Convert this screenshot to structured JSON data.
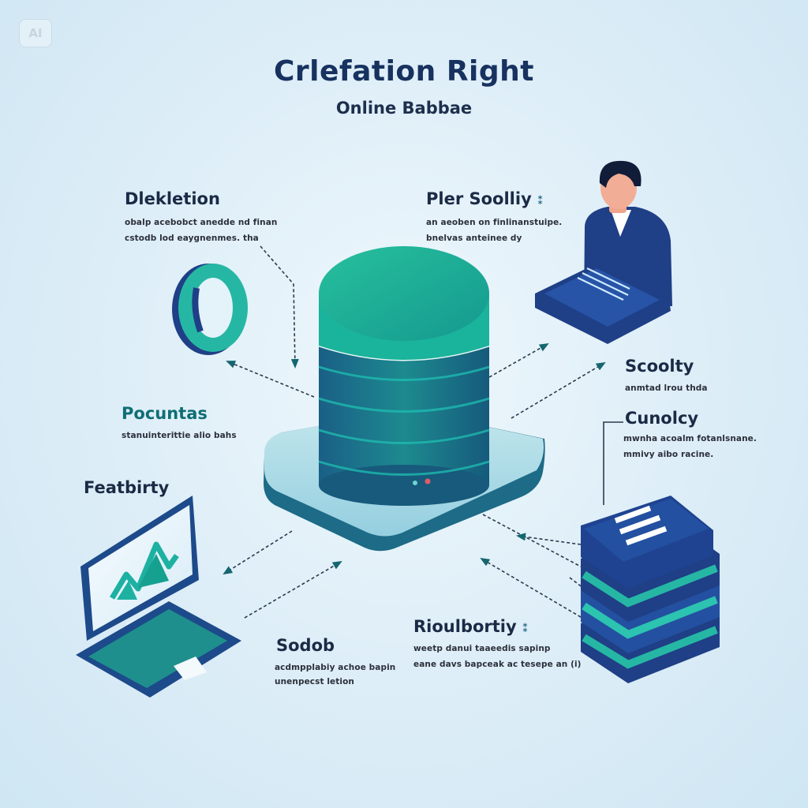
{
  "badge": "AI",
  "title": "Crlefation Right",
  "subtitle": "Online Babbae",
  "nodes": {
    "top_left": {
      "heading": "Dlekletion",
      "lines": [
        "obalp acebobct anedde nd finan",
        "cstodb lod eaygnenmes. tha"
      ]
    },
    "top_right": {
      "heading": "Pler Soolliy",
      "heading_mark": "⁑",
      "lines": [
        "an aeoben on finlinanstuipe.",
        "bnelvas anteinee dy"
      ]
    },
    "right_1": {
      "heading": "Scoolty",
      "lines": [
        "anmtad lrou thda"
      ]
    },
    "right_2": {
      "heading": "Cunolcy",
      "lines": [
        "mwnha acoalm fotanlsnane.",
        "mmivy aibo racine."
      ]
    },
    "left_mid": {
      "heading": "Pocuntas",
      "lines": [
        "stanuinterittie alio bahs"
      ]
    },
    "left_low": {
      "heading": "Featbirty",
      "lines": []
    },
    "bottom_mid": {
      "heading": "Sodob",
      "lines": [
        "acdmpplabiy achoe bapin",
        "unenpecst letion"
      ]
    },
    "bottom_right": {
      "heading": "Rioulbortiy",
      "heading_mark": "⁑",
      "lines": [
        "weetp danui taaeedis sapinp",
        "eane davs bapceak ac tesepe an (i)"
      ]
    }
  },
  "icons": [
    "ring-icon",
    "database-icon",
    "person-at-laptop-icon",
    "monitor-chart-icon",
    "book-stack-icon"
  ],
  "colors": {
    "navy": "#1f3f86",
    "teal": "#21b59e",
    "deep_teal": "#1c6f86",
    "title": "#17325f",
    "background": "#dcedf7"
  }
}
